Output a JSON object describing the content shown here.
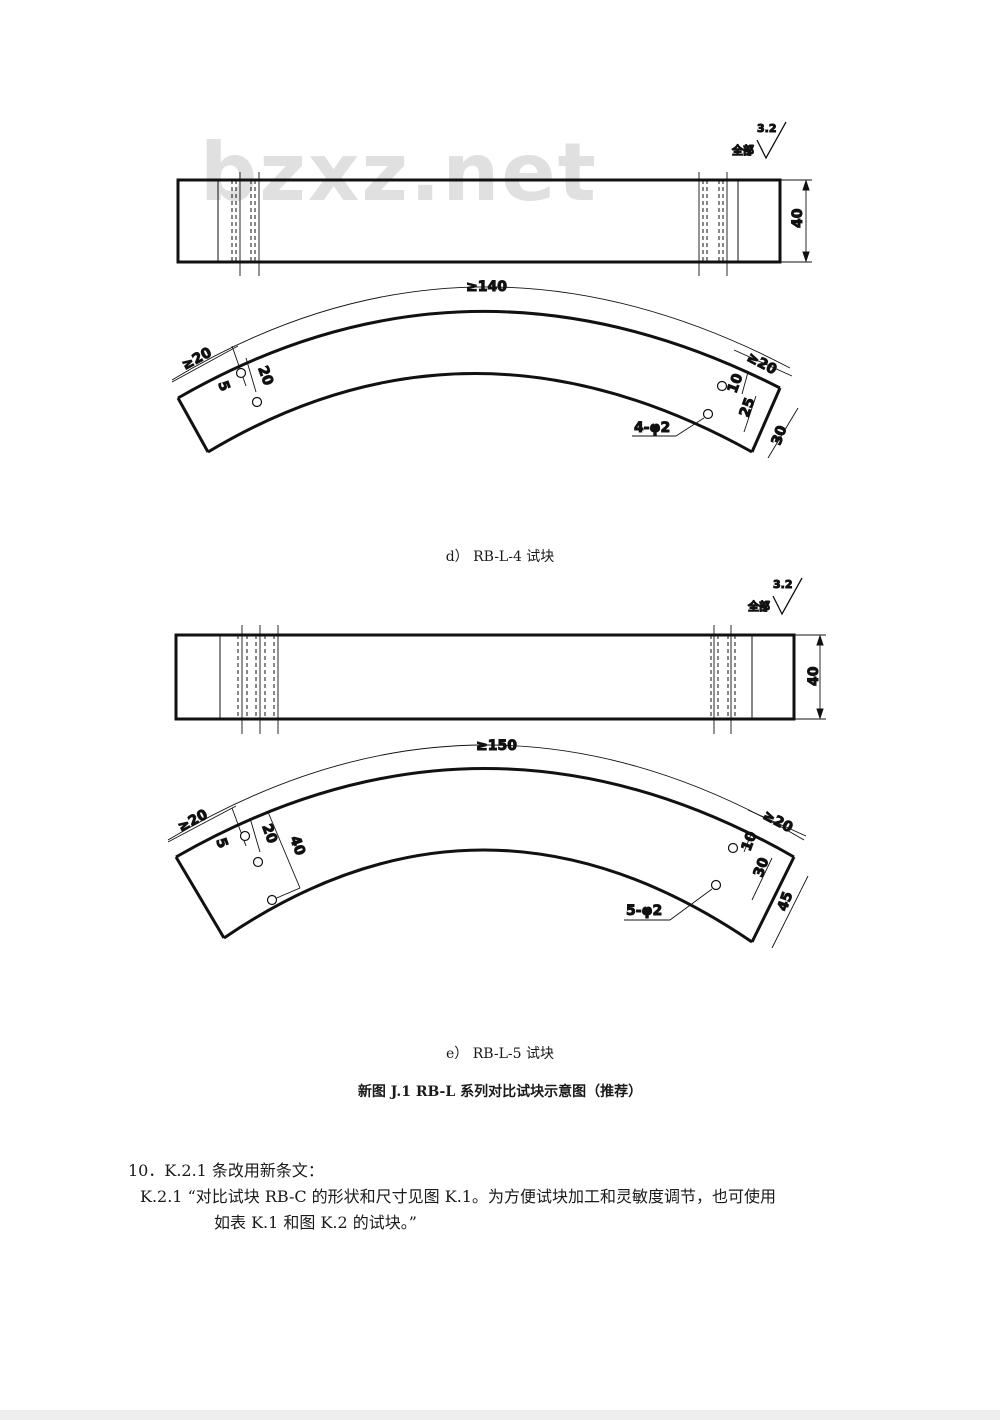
{
  "watermark": "bzxz.net",
  "drawing_d": {
    "roughness_value": "3.2",
    "roughness_note": "全部",
    "height_dim": "40",
    "arc_length": "≥140",
    "left_edge": "≥20",
    "left_hole_offset_a": "5",
    "left_hole_offset_b": "20",
    "right_edge": "≥20",
    "right_dim_a": "10",
    "right_dim_b": "25",
    "right_dim_c": "30",
    "hole_callout": "4-φ2"
  },
  "caption_d": "d）  RB-L-4 试块",
  "drawing_e": {
    "roughness_value": "3.2",
    "roughness_note": "全部",
    "height_dim": "40",
    "arc_length": "≥150",
    "left_edge": "≥20",
    "left_hole_offset_a": "5",
    "left_hole_offset_b": "20",
    "left_hole_offset_c": "40",
    "right_edge": "≥20",
    "right_dim_a": "10",
    "right_dim_b": "30",
    "right_dim_c": "45",
    "hole_callout": "5-φ2"
  },
  "caption_e": "e）  RB-L-5 试块",
  "figure_title": "新图 J.1  RB-L 系列对比试块示意图（推荐）",
  "text": {
    "line1": "10．K.2.1 条改用新条文：",
    "line2": "K.2.1 “对比试块 RB-C 的形状和尺寸见图 K.1。为方便试块加工和灵敏度调节，也可使用",
    "line3": "如表 K.1 和图 K.2 的试块。”"
  }
}
